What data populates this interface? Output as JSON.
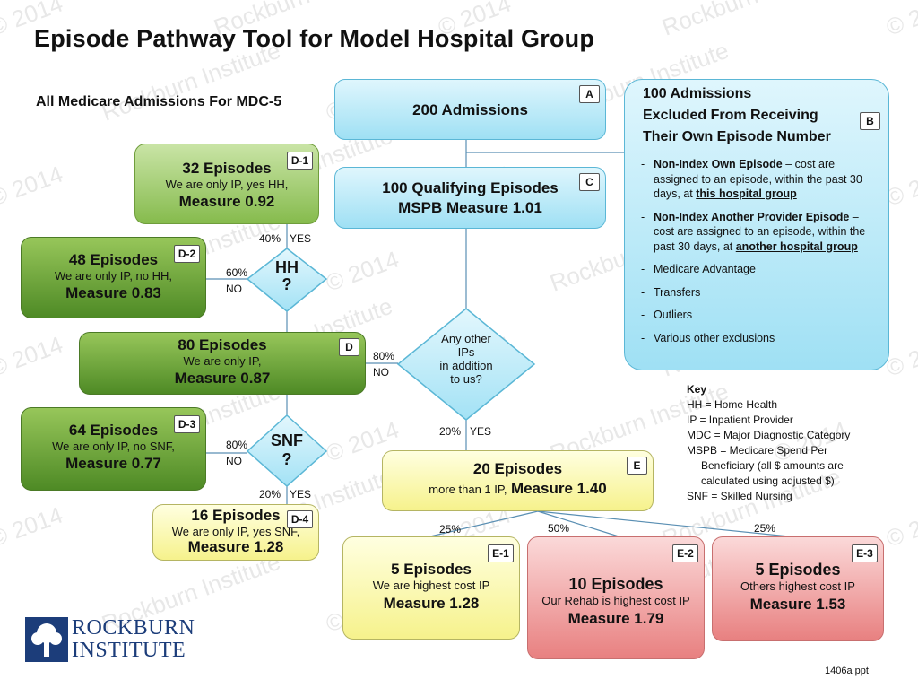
{
  "title": "Episode Pathway Tool for Model Hospital Group",
  "subtitle": "All Medicare Admissions For MDC-5",
  "watermark": {
    "copyright": "© 2014",
    "org": "Rockburn Institute"
  },
  "nodes": {
    "A": {
      "tag": "A",
      "text": "200 Admissions"
    },
    "B": {
      "tag": "B",
      "heading": [
        "100 Admissions",
        "Excluded From Receiving",
        "Their Own Episode Number"
      ]
    },
    "C": {
      "tag": "C",
      "heading": "100 Qualifying Episodes",
      "measure": "MSPB Measure 1.01"
    },
    "D1": {
      "tag": "D-1",
      "heading": "32 Episodes",
      "sub": "We are only IP, yes HH,",
      "measure": "Measure 0.92"
    },
    "D2": {
      "tag": "D-2",
      "heading": "48 Episodes",
      "sub": "We are only IP, no HH,",
      "measure": "Measure 0.83"
    },
    "D": {
      "tag": "D",
      "heading": "80 Episodes",
      "sub": "We are only IP,",
      "measure": "Measure 0.87"
    },
    "D3": {
      "tag": "D-3",
      "heading": "64 Episodes",
      "sub": "We are only IP, no SNF,",
      "measure": "Measure 0.77"
    },
    "D4": {
      "tag": "D-4",
      "heading": "16 Episodes",
      "sub": "We are only IP, yes SNF,",
      "measure": "Measure 1.28"
    },
    "E": {
      "tag": "E",
      "heading": "20 Episodes",
      "sub": "more than 1 IP,",
      "measure": "Measure 1.40"
    },
    "E1": {
      "tag": "E-1",
      "heading": "5 Episodes",
      "sub": "We are highest cost IP",
      "measure": "Measure 1.28"
    },
    "E2": {
      "tag": "E-2",
      "heading": "10 Episodes",
      "sub": "Our Rehab is highest cost IP",
      "measure": "Measure 1.79"
    },
    "E3": {
      "tag": "E-3",
      "heading": "5 Episodes",
      "sub": "Others highest cost IP",
      "measure": "Measure 1.53"
    }
  },
  "decisions": {
    "hh": {
      "line1": "HH",
      "line2": "?"
    },
    "snf": {
      "line1": "SNF",
      "line2": "?"
    },
    "other_ips": {
      "lines": [
        "Any other",
        "IPs",
        "in addition",
        "to us?"
      ]
    }
  },
  "edge_labels": {
    "hh_yes_pct": "40%",
    "hh_yes": "YES",
    "hh_no_pct": "60%",
    "hh_no": "NO",
    "snf_no_pct": "80%",
    "snf_no": "NO",
    "snf_yes_pct": "20%",
    "snf_yes": "YES",
    "ip_no_pct": "80%",
    "ip_no": "NO",
    "ip_yes_pct": "20%",
    "ip_yes": "YES",
    "e1_pct": "25%",
    "e2_pct": "50%",
    "e3_pct": "25%"
  },
  "exclusions": [
    {
      "pre": "Non-Index Own Episode",
      "mid": " – cost are assigned to an episode, within the past 30 days, at ",
      "link": "this hospital group"
    },
    {
      "pre": "Non-Index Another Provider Episode",
      "mid": " – cost are assigned to an episode, within the past 30 days, at ",
      "link": "another hospital group"
    },
    {
      "text": "Medicare Advantage"
    },
    {
      "text": "Transfers"
    },
    {
      "text": "Outliers"
    },
    {
      "text": "Various other exclusions"
    }
  ],
  "key": {
    "title": "Key",
    "lines": [
      "HH = Home Health",
      "IP = Inpatient Provider",
      "MDC = Major Diagnostic Category",
      "MSPB = Medicare Spend Per",
      "Beneficiary (all $ amounts are",
      "calculated using adjusted $)",
      "SNF = Skilled Nursing"
    ]
  },
  "logo": {
    "line1": "ROCKBURN",
    "line2": "INSTITUTE"
  },
  "footer": "1406a ppt"
}
